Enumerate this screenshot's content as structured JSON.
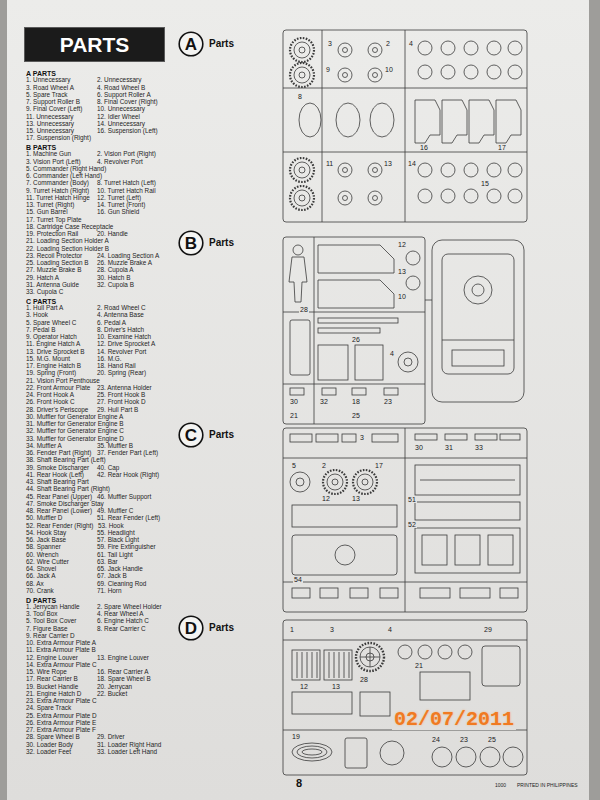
{
  "diagram": {
    "nodes": [
      {
        "text": [
          "PARTS"
        ]
      },
      {
        "text": [
          "A",
          "Parts"
        ]
      },
      {
        "text": [
          "B",
          "Parts"
        ]
      },
      {
        "text": [
          "C",
          "Parts"
        ]
      },
      {
        "text": [
          "D",
          "Parts"
        ]
      }
    ],
    "labels": [
      "A PARTS",
      "1. Unnecessary",
      "2. Unnecessary",
      "3. Road Wheel A",
      "4. Road Wheel B",
      "5. Spare Track",
      "6. Support Roller A",
      "7. Support Roller B",
      "8. Final Cover (Right)",
      "9. Final Cover (Left)",
      "10. Unnecessary",
      "11. Unnecessary",
      "12. Idler Wheel",
      "13. Unnecessary",
      "14. Unnecessary",
      "15. Unnecessary",
      "16. Suspension (Left)",
      "17. Suspension (Right)",
      "B PARTS",
      "1. Machine Gun",
      "2. Vision Port (Right)",
      "3. Vision Port (Left)",
      "4. Revolver Port",
      "5. Commander (Right Hand)",
      "6. Commander (Left Hand)",
      "7. Commander (Body)",
      "8. Turret Hatch (Left)",
      "9. Turret Hatch (Right)",
      "10. Turret Hatch Rail",
      "11. Turret Hatch Hinge",
      "12. Turret (Left)",
      "13. Turret (Right)",
      "14. Turret (Front)",
      "15. Gun Barrel",
      "16. Gun Shield",
      "17. Turret Top Plate",
      "18. Cartridge Case Receptacle",
      "19. Protection Rail",
      "20. Handle",
      "21. Loading Section Holder A",
      "22. Loading Section Holder B",
      "23. Recoil Protector",
      "24. Loading Section A",
      "25. Loading Section B",
      "26. Muzzle Brake A",
      "27. Muzzle Brake B",
      "28. Cupola A",
      "29. Hatch A",
      "30. Hatch B",
      "31. Antenna Guide",
      "32. Cupola B",
      "33. Cupola C",
      "C PARTS",
      "1. Hull Part A",
      "2. Road Wheel C",
      "3. Hook",
      "4. Antenna Base",
      "5. Spare Wheel C",
      "6. Pedal A",
      "7. Pedal B",
      "8. Driver's Hatch",
      "9. Operator Hatch",
      "10. Examine Hatch",
      "11. Engine Hatch A",
      "12. Drive Sprocket A",
      "13. Drive Sprocket B",
      "14. Revolver Port",
      "15. M.G. Mount",
      "16. M.G.",
      "17. Engine Hatch B",
      "18. Hand Rail",
      "19. Spring (Front)",
      "20. Spring (Rear)",
      "21. Vision Port Penthouse",
      "22. Front Armour Plate",
      "23. Antenna Holder",
      "24. Front Hook A",
      "25. Front Hook B",
      "26. Front Hook C",
      "27. Front Hook D",
      "28. Driver's Periscope",
      "29. Hull Part B",
      "30. Muffler for Generator Engine A",
      "31. Muffler for Generator Engine B",
      "32. Muffler for Generator Engine C",
      "33. Muffler for Generator Engine D",
      "34. Muffler A",
      "35. Muffler B",
      "36. Fender Part (Right)",
      "37. Fender Part (Left)",
      "38. Shaft Bearing Part (Left)",
      "39. Smoke Discharger",
      "40. Cap",
      "41. Rear Hook (Left)",
      "42. Rear Hook (Right)",
      "43. Shaft Bearing Part",
      "44. Shaft Bearing Part (Right)",
      "45. Rear Panel (Upper)",
      "46. Muffler Support",
      "47. Smoke Discharger Stay",
      "48. Rear Panel (Lower)",
      "49. Muffler C",
      "50. Muffler D",
      "51. Rear Fender (Left)",
      "52. Rear Fender (Right)",
      "53. Hook",
      "54. Hook Stay",
      "55. Headlight",
      "56. Jack Base",
      "57. Black Light",
      "58. Spanner",
      "59. Fire Extinguisher",
      "60. Wrench",
      "61. Tail Light",
      "62. Wire Cutter",
      "63. Bar",
      "64. Shovel",
      "65. Jack Handle",
      "66. Jack A",
      "67. Jack B",
      "68. Ax",
      "69. Cleaning Rod",
      "70. Crank",
      "71. Horn",
      "D PARTS",
      "1. Jerrycan Handle",
      "2. Spare Wheel Holder",
      "3. Tool Box",
      "4. Rear Wheel A",
      "5. Tool Box Cover",
      "6. Engine Hatch C",
      "7. Figure Base",
      "8. Rear Carrier C",
      "9. Rear Carrier D",
      "10. Extra Armour Plate A",
      "11. Extra Armour Plate B",
      "12. Engine Louver",
      "13. Engine Louver",
      "14. Extra Armour Plate C",
      "15. Wire Rope",
      "16. Rear Carrier A",
      "17. Rear Carrier B",
      "18. Spare Wheel B",
      "19. Bucket Handle",
      "20. Jerrycan",
      "21. Engine Hatch D",
      "22. Bucket",
      "23. Extra Armour Plate C",
      "24. Spare Track",
      "25. Extra Armour Plate D",
      "26. Extra Armour Plate E",
      "27. Extra Armour Plate F",
      "28. Spare Wheel B",
      "29. Driver",
      "30. Loader Body",
      "31. Loader Right Hand",
      "32. Loader Feet",
      "33. Loader Left Hand",
      "3",
      "2",
      "10",
      "9",
      "8",
      "4",
      "11",
      "13",
      "14",
      "15",
      "16",
      "17",
      "12",
      "13",
      "10",
      "4",
      "28",
      "26",
      "30",
      "32",
      "18",
      "23",
      "21",
      "25",
      "5",
      "2",
      "17",
      "3",
      "30",
      "31",
      "33",
      "12",
      "13",
      "51",
      "52",
      "54",
      "1",
      "3",
      "4",
      "29",
      "28",
      "12",
      "13",
      "21",
      "19",
      "24",
      "23",
      "25",
      "8",
      "1000",
      "PRINTED IN PHILIPPINES",
      "02/07/2011"
    ]
  }
}
